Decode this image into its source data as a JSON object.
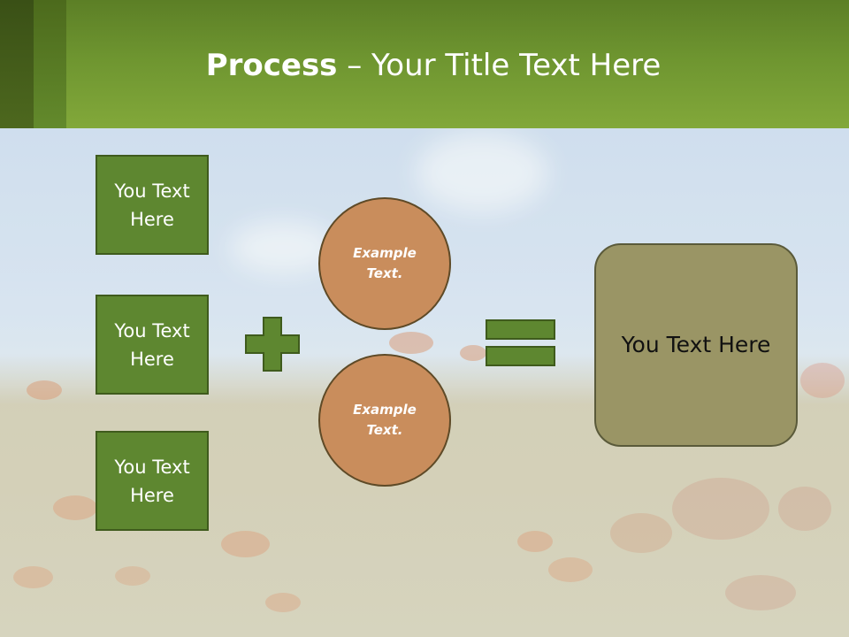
{
  "slide": {
    "title_bold": "Process",
    "title_rest": " – Your Title Text Here",
    "left_boxes": [
      {
        "label": "You Text Here"
      },
      {
        "label": "You Text Here"
      },
      {
        "label": "You Text Here"
      }
    ],
    "circles": [
      {
        "label": "Example Text."
      },
      {
        "label": "Example Text."
      }
    ],
    "result": {
      "label": "You Text Here"
    },
    "operators": {
      "plus": "plus-icon",
      "equals": "equals-icon"
    },
    "colors": {
      "header": "#6e9530",
      "box_fill": "#5e8730",
      "circle_fill": "#c98d5c",
      "result_fill": "#9a9565",
      "operator_fill": "#5e8730"
    }
  }
}
